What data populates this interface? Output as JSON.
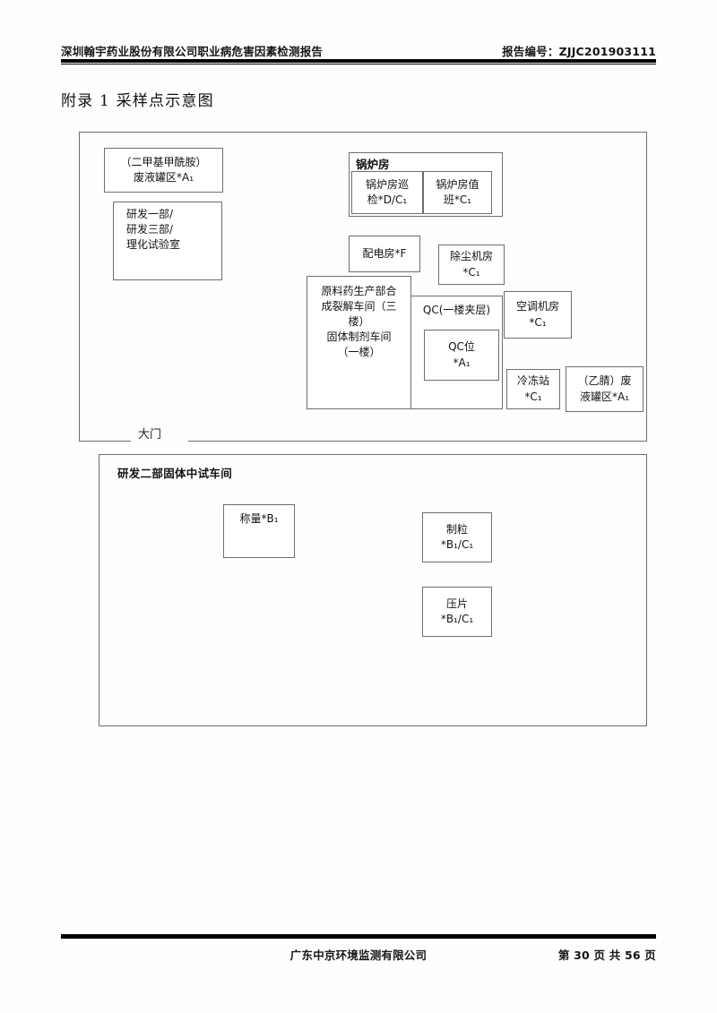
{
  "header": {
    "company_report_title": "深圳翰宇药业股份有限公司职业病危害因素检测报告",
    "report_no_label": "报告编号：ZJJC201903111"
  },
  "title": "附录 1 采样点示意图",
  "diagram": {
    "gate_label": "大门",
    "upper_zone": {
      "boxes": [
        {
          "id": "dmf-waste-tank",
          "lines": [
            "（二甲基甲酰胺）",
            "废液罐区*A₁"
          ]
        },
        {
          "id": "rd-labs",
          "lines": [
            "研发一部/",
            "研发三部/",
            "理化试验室"
          ]
        },
        {
          "id": "boiler-room-title",
          "lines": [
            "锅炉房"
          ]
        },
        {
          "id": "boiler-patrol",
          "lines": [
            "锅炉房巡",
            "检*D/C₁"
          ]
        },
        {
          "id": "boiler-duty",
          "lines": [
            "锅炉房值",
            "班*C₁"
          ]
        },
        {
          "id": "power-distribution",
          "lines": [
            "配电房*F"
          ]
        },
        {
          "id": "dust-removal",
          "lines": [
            "除尘机房",
            "*C₁"
          ]
        },
        {
          "id": "api-workshop",
          "lines": [
            "原料药生产部合",
            "成裂解车间（三",
            "楼）",
            "固体制剂车间",
            "（一楼）"
          ]
        },
        {
          "id": "qc-mezzanine",
          "lines": [
            "QC(一楼夹层)"
          ]
        },
        {
          "id": "qc-station",
          "lines": [
            "QC位",
            "*A₁"
          ]
        },
        {
          "id": "hvac-room",
          "lines": [
            "空调机房",
            "*C₁"
          ]
        },
        {
          "id": "refrigeration",
          "lines": [
            "冷冻站",
            "*C₁"
          ]
        },
        {
          "id": "acetonitrile-waste-tank",
          "lines": [
            "（乙腈）废",
            "液罐区*A₁"
          ]
        }
      ]
    },
    "lower_zone": {
      "zone_title": "研发二部固体中试车间",
      "boxes": [
        {
          "id": "weighing",
          "lines": [
            "称量*B₁"
          ]
        },
        {
          "id": "granulation",
          "lines": [
            "制粒",
            "*B₁/C₁"
          ]
        },
        {
          "id": "tableting",
          "lines": [
            "压片",
            "*B₁/C₁"
          ]
        }
      ]
    }
  },
  "footer": {
    "company": "广东中京环境监测有限公司",
    "page_info": "第 30 页 共 56 页"
  }
}
